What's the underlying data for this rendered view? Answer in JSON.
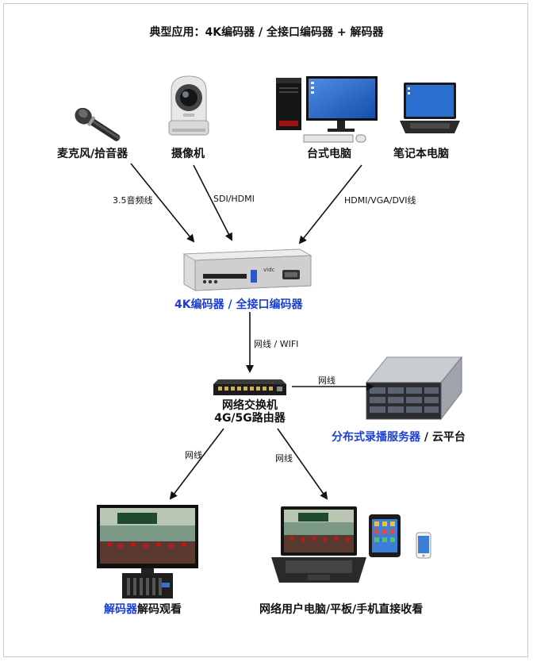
{
  "title": "典型应用：4K编码器 / 全接口编码器 + 解码器",
  "sources": {
    "microphone": "麦克风/拾音器",
    "camera": "摄像机",
    "desktop": "台式电脑",
    "laptop": "笔记本电脑"
  },
  "links": {
    "audio": "3.5音频线",
    "sdi": "SDI/HDMI",
    "hdmi": "HDMI/VGA/DVI线",
    "wifi": "网线 / WIFI",
    "server_link": "网线",
    "decoder_link": "网线",
    "user_link": "网线"
  },
  "encoder": {
    "label": "4K编码器 / 全接口编码器",
    "logo": "vidc"
  },
  "switch": {
    "line1": "网络交换机",
    "line2": "4G/5G路由器"
  },
  "server": {
    "label_blue": "分布式录播服务器",
    "label_rest": " / 云平台"
  },
  "decoder": {
    "label_blue": "解码器",
    "label_rest": "解码观看"
  },
  "users": {
    "label": "网络用户电脑/平板/手机直接收看"
  },
  "icons": [
    "microphone-icon",
    "camera-icon",
    "desktop-icon",
    "laptop-icon",
    "encoder-icon",
    "switch-icon",
    "server-icon",
    "decoder-icon",
    "tablet-icon",
    "phone-icon"
  ],
  "colors": {
    "accent": "#1a3fd6",
    "text": "#111111"
  }
}
